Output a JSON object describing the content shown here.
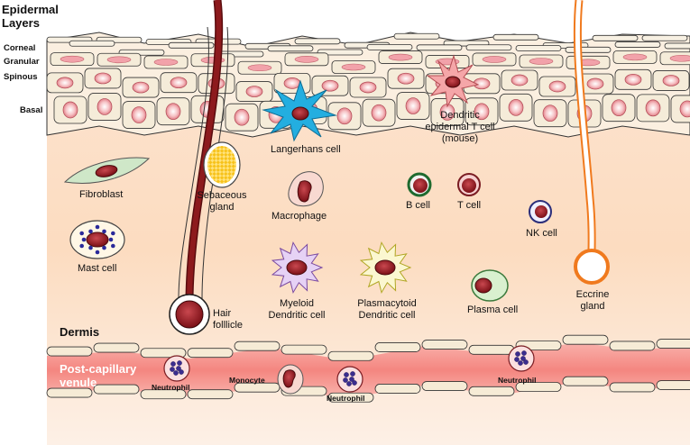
{
  "header": {
    "title_line1": "Epidermal",
    "title_line2": "Layers"
  },
  "layers": {
    "corneal": "Corneal",
    "granular": "Granular",
    "spinous": "Spinous",
    "basal": "Basal"
  },
  "regions": {
    "dermis": "Dermis",
    "venule_line1": "Post-capillary",
    "venule_line2": "venule"
  },
  "cells": {
    "langerhans": "Langerhans cell",
    "detc_line1": "Dendritic",
    "detc_line2": "epidermal T cell",
    "detc_line3": "(mouse)",
    "fibroblast": "Fibroblast",
    "sebaceous_line1": "Sebaceous",
    "sebaceous_line2": "gland",
    "macrophage": "Macrophage",
    "b_cell": "B cell",
    "t_cell": "T cell",
    "nk_cell": "NK cell",
    "mast_cell": "Mast cell",
    "myeloid_line1": "Myeloid",
    "myeloid_line2": "Dendritic cell",
    "plasmacytoid_line1": "Plasmacytoid",
    "plasmacytoid_line2": "Dendritic cell",
    "plasma_cell": "Plasma cell",
    "hair_line1": "Hair",
    "hair_line2": "folllicle",
    "eccrine_line1": "Eccrine",
    "eccrine_line2": "gland",
    "monocyte": "Monocyte",
    "neutrophil_1": "Neutrophil",
    "neutrophil_2": "Neutrophil",
    "neutrophil_3": "Neutrophil"
  },
  "colors": {
    "dermis_top": "#fde9dc",
    "dermis_mid": "#fcd7b8",
    "keratinocyte": "#f5ebd9",
    "nucleus": "#f3a8ae",
    "vessel": "#f58a86",
    "hair": "#7b1214",
    "eccrine": "#f07a1e",
    "langerhans": "#1fa7d8",
    "detc": "#f2a0a3"
  }
}
